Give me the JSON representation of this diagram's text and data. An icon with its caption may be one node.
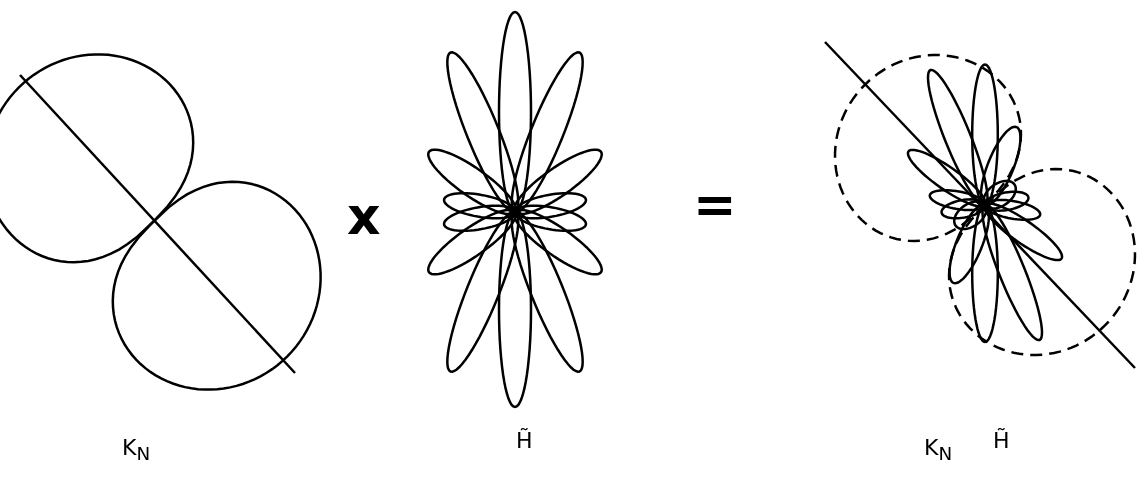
{
  "diagram": {
    "labels": [
      "K$_{N}$",
      "x",
      "H̃",
      "=",
      "K$_{N}$",
      "H̃"
    ]
  }
}
